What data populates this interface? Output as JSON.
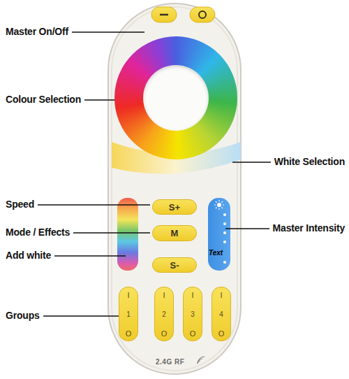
{
  "diagram": {
    "nodes": [
      {
        "text": [
          "2.4G RF"
        ]
      },
      {
        "text": [
          "S+"
        ],
        "in": 0
      },
      {
        "text": [
          "M"
        ],
        "in": 0
      },
      {
        "text": [
          "Text"
        ],
        "in": 0
      },
      {
        "text": [
          "S-"
        ],
        "in": 0
      },
      {
        "text": [
          "I",
          "1",
          "O"
        ],
        "in": 0
      },
      {
        "text": [
          "I",
          "2",
          "O"
        ],
        "in": 0
      },
      {
        "text": [
          "I",
          "3",
          "O"
        ],
        "in": 0
      },
      {
        "text": [
          "I",
          "4",
          "O"
        ],
        "in": 0
      }
    ],
    "labels": [
      "Master On/Off",
      "Colour Selection",
      "White Selection",
      "Speed",
      "Mode / Effects",
      "Master Intensity",
      "Add white",
      "Groups"
    ]
  }
}
